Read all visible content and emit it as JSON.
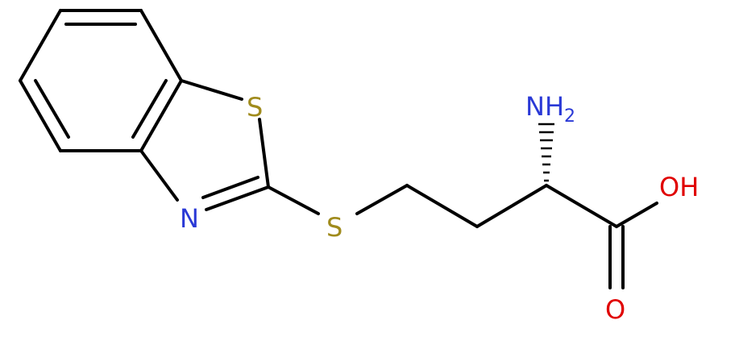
{
  "atoms": {
    "s_ring": {
      "label": "S",
      "color": "#a08b1c"
    },
    "n_ring": {
      "label": "N",
      "color": "#2a39d6"
    },
    "s_thioether": {
      "label": "S",
      "color": "#a08b1c"
    },
    "amine": {
      "label": "NH",
      "subscript": "2",
      "color": "#2a39d6"
    },
    "hydroxyl": {
      "label": "OH",
      "color": "#e00000"
    },
    "carbonyl_o": {
      "label": "O",
      "color": "#e00000"
    }
  },
  "bond_color": "#000000"
}
